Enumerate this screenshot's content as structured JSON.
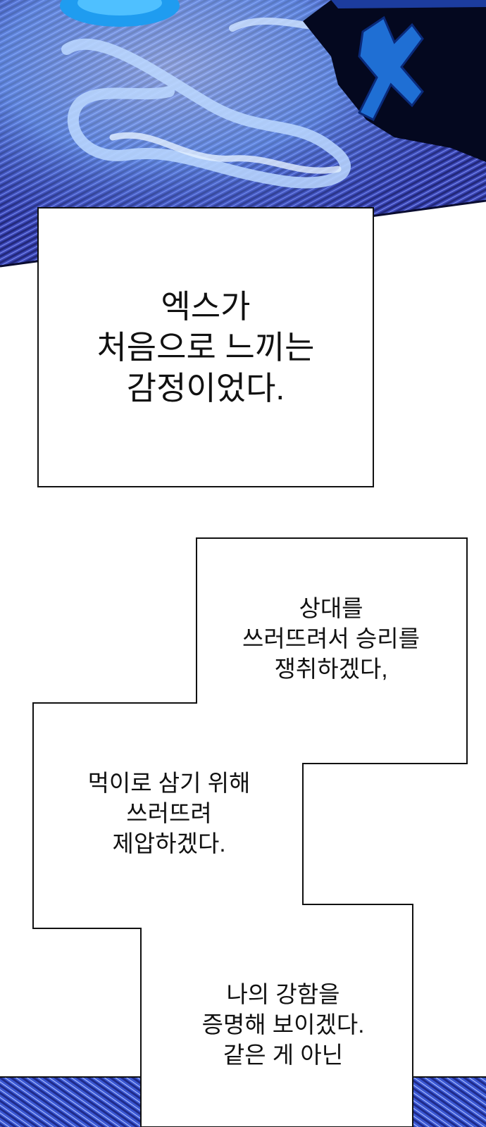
{
  "caption_main": {
    "lines": [
      "엑스가",
      "처음으로 느끼는",
      "감정이었다."
    ]
  },
  "caption_1": {
    "lines": [
      "상대를",
      "쓰러뜨려서 승리를",
      "쟁취하겠다,"
    ]
  },
  "caption_2": {
    "lines": [
      "먹이로 삼기 위해",
      "쓰러뜨려",
      "제압하겠다."
    ]
  },
  "caption_3": {
    "lines": [
      "나의 강함을",
      "증명해 보이겠다.",
      "같은 게 아닌"
    ]
  },
  "colors": {
    "speed_lines_dark": "#2b2f8a",
    "speed_lines_mid": "#4a57c9",
    "glow": "#9fd4ff",
    "energy_blue": "#1f9cf0"
  }
}
